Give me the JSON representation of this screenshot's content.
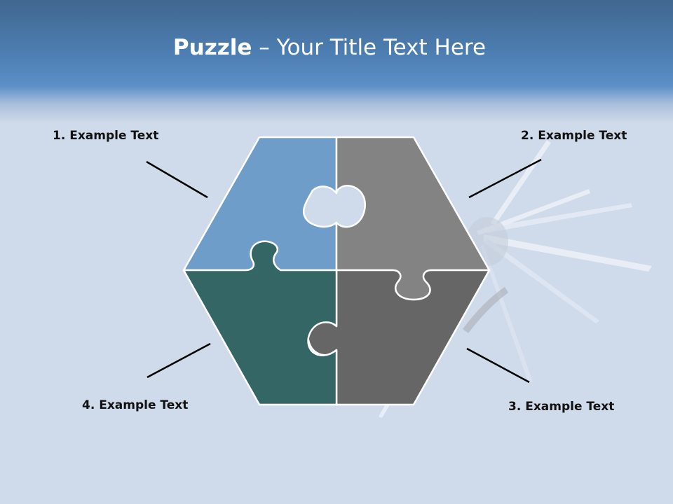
{
  "slide": {
    "title_bold": "Puzzle",
    "title_rest": " – Your Title Text Here"
  },
  "pieces": [
    {
      "label": "1. Example Text",
      "color": "#6f9dca"
    },
    {
      "label": "2. Example Text",
      "color": "#838383"
    },
    {
      "label": "3. Example Text",
      "color": "#666666"
    },
    {
      "label": "4. Example Text",
      "color": "#356666"
    }
  ]
}
